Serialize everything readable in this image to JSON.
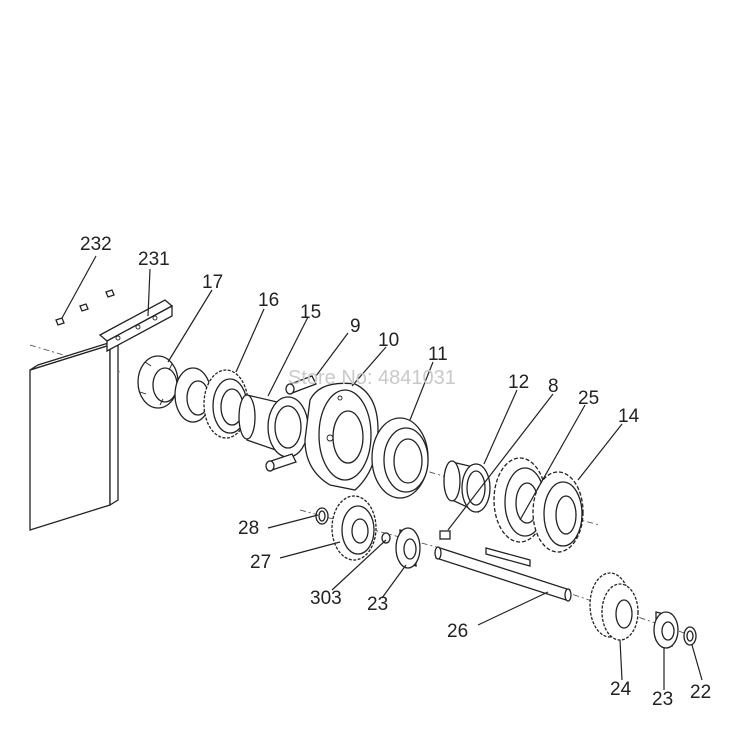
{
  "watermark": "Store No: 4841031",
  "labels": {
    "p232": "232",
    "p231": "231",
    "p17": "17",
    "p16": "16",
    "p15": "15",
    "p9": "9",
    "p10": "10",
    "p11": "11",
    "p12": "12",
    "p8": "8",
    "p25": "25",
    "p14": "14",
    "p28": "28",
    "p27": "27",
    "p303": "303",
    "p23a": "23",
    "p26": "26",
    "p24": "24",
    "p23b": "23",
    "p22": "22"
  }
}
